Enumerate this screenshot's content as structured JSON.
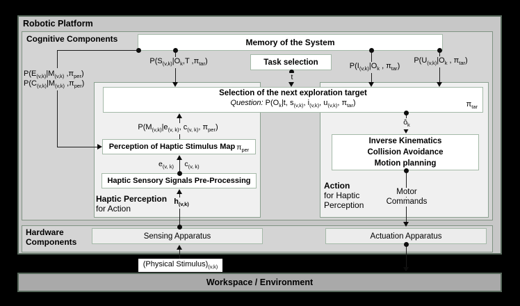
{
  "platform": {
    "title": "Robotic Platform"
  },
  "cognitive": {
    "title": "Cognitive Components"
  },
  "hardware": {
    "title_line1": "Hardware",
    "title_line2": "Components"
  },
  "workspace": {
    "title": "Workspace / Environment"
  },
  "boxes": {
    "memory": "Memory of the System",
    "task": "Task selection",
    "selection_title": "Selection of the next exploration target",
    "selection_question_label": "Question:",
    "selection_question_formula": "P(O_{k}|t, s_{(v,k)}, i_{(v,k)}, u_{(v,k)}, π_{tar})",
    "selection_pi": "π_{tar}",
    "perception_map": "Perception of Haptic Stimulus Map",
    "perception_pi": "π_{per}",
    "preprocessing": "Haptic Sensory Signals Pre-Processing",
    "ik_line1": "Inverse Kinematics",
    "ik_line2": "Collision Avoidance",
    "ik_line3": "Motion planning",
    "sensing": "Sensing Apparatus",
    "actuation": "Actuation Apparatus",
    "physical_stimulus": "(Physical Stimulus)_{(v,k)}"
  },
  "labels": {
    "pS": "P(S_{(v,k)}|O_{k},T ,π_{tar})",
    "pI": "P(I_{(v,k)}|O_{k} , π_{tar})",
    "pU": "P(U_{(v,k)}|O_{k} , π_{tar})",
    "pE": "P(E_{(v,k)}|M_{(v,k)} ,π_{per})",
    "pC": "P(C_{(v,k)}|M_{(v,k)} ,π_{per})",
    "pM": "P(M_{(v,k)}|e_{(v, k)}, c_{(v, k)}, π_{per})",
    "t": "t",
    "e": "e_{(v, k)}",
    "c": "c_{(v, k)}",
    "h": "h_{(v,k)}",
    "o_hat": "ô_{k}",
    "motor_line1": "Motor",
    "motor_line2": "Commands",
    "haptic_perception_bold": "Haptic Perception",
    "haptic_perception_rest": "for Action",
    "action_bold": "Action",
    "action_rest_line1": "for Haptic",
    "action_rest_line2": "Perception"
  },
  "colors": {
    "background": "#000000",
    "platform_fill": "#c7c7c7",
    "section_fill": "#d4d4d4",
    "inner_panel_fill": "#f0f0f0",
    "box_fill": "#ffffff",
    "workspace_fill": "#a9a9a9",
    "border_dark": "#57685b",
    "border_sage": "#8aa08f",
    "border_light_sage": "#a4b9a8",
    "connector": "#1c1c1c"
  }
}
